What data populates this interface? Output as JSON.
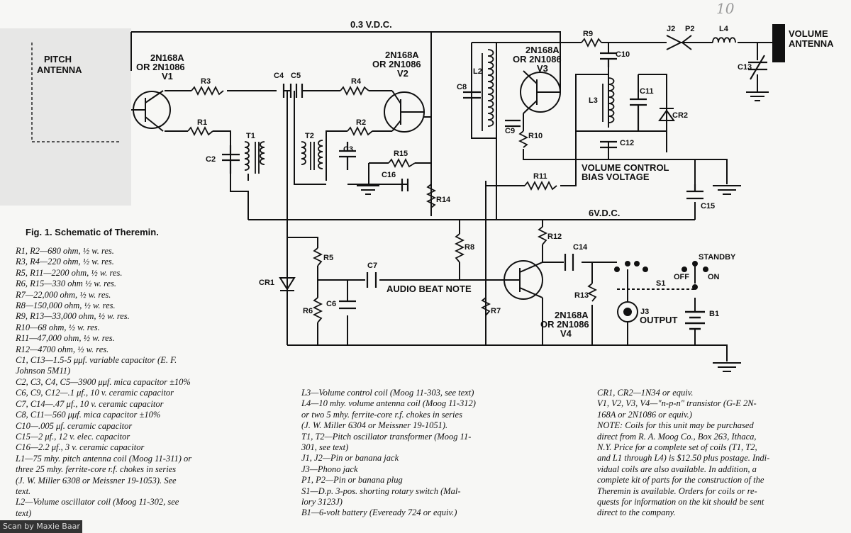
{
  "page_number": "10",
  "scan_credit": "Scan by Maxie Baar",
  "caption": "Fig. 1. Schematic of Theremin.",
  "diagram": {
    "supply_top": "0.3 V.D.C.",
    "supply_6v": "6V.D.C.",
    "pitch_antenna": [
      "PITCH",
      "ANTENNA"
    ],
    "volume_antenna": [
      "VOLUME",
      "ANTENNA"
    ],
    "volume_control": [
      "VOLUME CONTROL",
      "BIAS VOLTAGE"
    ],
    "audio_beat_note": "AUDIO BEAT NOTE",
    "standby": "STANDBY",
    "off": "OFF",
    "on": "ON",
    "output": "OUTPUT",
    "transistors": {
      "v1": [
        "2N168A",
        "OR 2N1086",
        "V1"
      ],
      "v2": [
        "2N168A",
        "OR 2N1086",
        "V2"
      ],
      "v3": [
        "2N168A",
        "OR 2N1086",
        "V3"
      ],
      "v4": [
        "2N168A",
        "OR 2N1086",
        "V4"
      ]
    },
    "refs": {
      "r1": "R1",
      "r2": "R2",
      "r3": "R3",
      "r4": "R4",
      "r5": "R5",
      "r6": "R6",
      "r7": "R7",
      "r8": "R8",
      "r9": "R9",
      "r10": "R10",
      "r11": "R11",
      "r12": "R12",
      "r13": "R13",
      "r14": "R14",
      "r15": "R15",
      "c2": "C2",
      "c3": "C3",
      "c4": "C4",
      "c5": "C5",
      "c6": "C6",
      "c7": "C7",
      "c8": "C8",
      "c9": "C9",
      "c10": "C10",
      "c11": "C11",
      "c12": "C12",
      "c13": "C13",
      "c14": "C14",
      "c15": "C15",
      "c16": "C16",
      "t1": "T1",
      "t2": "T2",
      "l2": "L2",
      "l3": "L3",
      "l4": "L4",
      "j2": "J2",
      "p2": "P2",
      "j3": "J3",
      "cr1": "CR1",
      "cr2": "CR2",
      "s1": "S1",
      "b1": "B1"
    }
  },
  "parts_list_col1": [
    "R1, R2—680 ohm, ½ w. res.",
    "R3, R4—220 ohm, ½ w. res.",
    "R5, R11—2200 ohm, ½ w. res.",
    "R6, R15—330 ohm ½ w. res.",
    "R7—22,000 ohm, ½ w. res.",
    "R8—150,000 ohm, ½ w. res.",
    "R9, R13—33,000 ohm, ½ w. res.",
    "R10—68 ohm, ½ w. res.",
    "R11—47,000 ohm, ½ w. res.",
    "R12—4700 ohm, ½ w. res.",
    "C1, C13—1.5-5 μμf. variable capacitor (E. F.",
    "      Johnson 5M11)",
    "C2, C3, C4, C5—3900 μμf. mica capacitor ±10%",
    "C6, C9, C12—.1 μf., 10 v. ceramic capacitor",
    "C7, C14—.47 μf., 10 v. ceramic capacitor",
    "C8, C11—560 μμf. mica capacitor ±10%",
    "C10—.005 μf. ceramic capacitor",
    "C15—2 μf., 12 v. elec. capacitor",
    "C16—2.2 μf., 3 v. ceramic capacitor",
    "L1—75 mhy. pitch antenna coil (Moog 11-311) or",
    "   three 25 mhy. ferrite-core r.f. chokes in series",
    "   (J. W. Miller 6308 or Meissner 19-1053). See",
    "   text.",
    "L2—Volume oscillator coil (Moog 11-302, see",
    "   text)"
  ],
  "parts_list_col2": [
    "L3—Volume control coil (Moog 11-303, see text)",
    "L4—10 mhy. volume antenna coil (Moog 11-312)",
    "   or two 5 mhy. ferrite-core r.f. chokes in series",
    "   (J. W. Miller 6304 or Meissner 19-1051).",
    "T1, T2—Pitch oscillator transformer (Moog 11-",
    "   301, see text)",
    "J1, J2—Pin or banana jack",
    "J3—Phono jack",
    "P1, P2—Pin or banana plug",
    "S1—D.p. 3-pos. shorting rotary switch (Mal-",
    "   lory 3123J)",
    "B1—6-volt battery (Eveready 724 or equiv.)"
  ],
  "parts_list_col3": [
    "CR1, CR2—1N34 or equiv.",
    "V1, V2, V3, V4—\"n-p-n\" transistor (G-E 2N-",
    "   168A or 2N1086 or equiv.)",
    "NOTE: Coils for this unit may be purchased",
    "direct from R. A. Moog Co., Box 263, Ithaca,",
    "N.Y. Price for a complete set of coils (T1, T2,",
    "and L1 through L4) is $12.50 plus postage. Indi-",
    "vidual coils are also available. In addition, a",
    "complete kit of parts for the construction of the",
    "Theremin is available. Orders for coils or re-",
    "quests for information on the kit should be sent",
    "direct to the company."
  ]
}
